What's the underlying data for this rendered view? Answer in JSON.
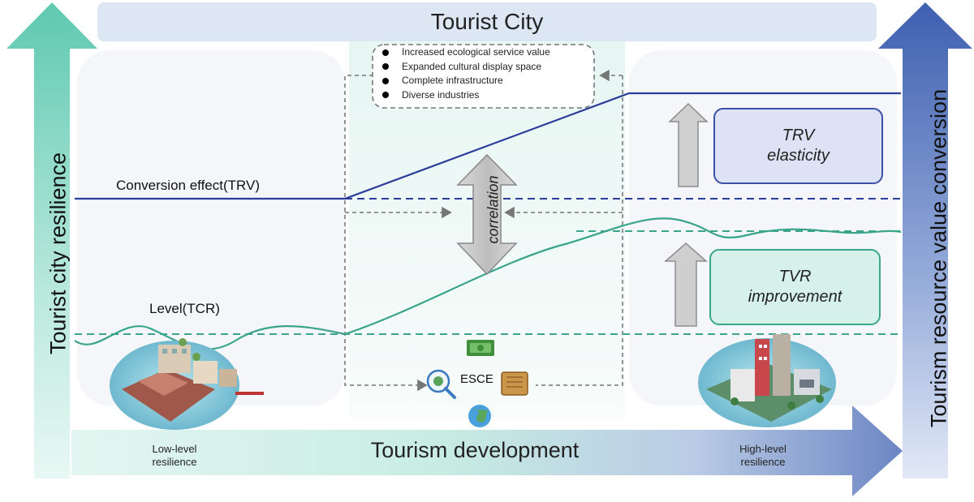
{
  "title": "Tourist City",
  "axes": {
    "left_label": "Tourist city resilience",
    "right_label": "Tourism resource value conversion",
    "bottom_label": "Tourism development"
  },
  "features": [
    "Increased ecological service value",
    "Expanded cultural display space",
    "Complete infrastructure",
    "Diverse industries"
  ],
  "series": {
    "trv_label": "Conversion effect(TRV)",
    "tcr_label": "Level(TCR)"
  },
  "boxes": {
    "trv_line1": "TRV",
    "trv_line2": "elasticity",
    "tvr_line1": "TVR",
    "tvr_line2": "improvement"
  },
  "center": {
    "correlation": "correlation",
    "esce": "ESCE"
  },
  "captions": {
    "low_line1": "Low-level",
    "low_line2": "resilience",
    "high_line1": "High-level",
    "high_line2": "resilience"
  },
  "colors": {
    "navy": "#2b3c9b",
    "teal": "#3aa58a",
    "grey_arrow": "#c8c8c8"
  },
  "icons": [
    "money-icon",
    "magnifier-icon",
    "scroll-icon",
    "globe-icon",
    "low-level-city-illustration",
    "high-level-city-illustration"
  ]
}
